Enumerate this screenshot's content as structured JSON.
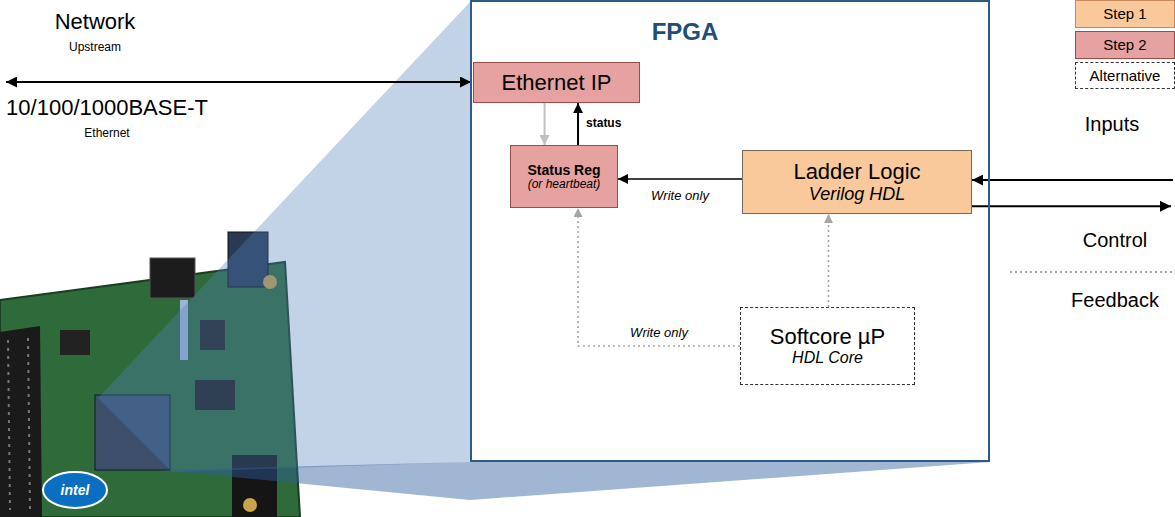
{
  "diagram": {
    "nodes": [
      {
        "text": [
          "FPGA"
        ]
      },
      {
        "text": [
          "Ethernet IP"
        ],
        "in": 0
      },
      {
        "text": [
          "Status Reg",
          "(or heartbeat)"
        ],
        "in": 0
      },
      {
        "text": [
          "Ladder Logic",
          "Verilog HDL"
        ],
        "in": 0
      },
      {
        "text": [
          "Softcore µP",
          "HDL Core"
        ],
        "in": 0
      }
    ],
    "edges": [
      {
        "from": 3,
        "to": 2,
        "arrow": "to",
        "label": "Write only"
      },
      {
        "from": 1,
        "to": 2,
        "arrow": "to"
      },
      {
        "from": 2,
        "to": 1,
        "arrow": "to",
        "label": "status"
      },
      {
        "from": 4,
        "to": 2,
        "arrow": "to",
        "label": "Write only"
      },
      {
        "from": 4,
        "to": 3,
        "arrow": "to"
      }
    ],
    "labels": [
      "Network",
      "Upstream",
      "10/100/1000BASE-T",
      "Ethernet",
      "Inputs",
      "Control",
      "Feedback",
      "intel"
    ],
    "legend": [
      {
        "text": "Step 1",
        "color": "#f9c89b"
      },
      {
        "text": "Step 2",
        "color": "#e6a1a1"
      },
      {
        "text": "Alternative"
      }
    ]
  }
}
